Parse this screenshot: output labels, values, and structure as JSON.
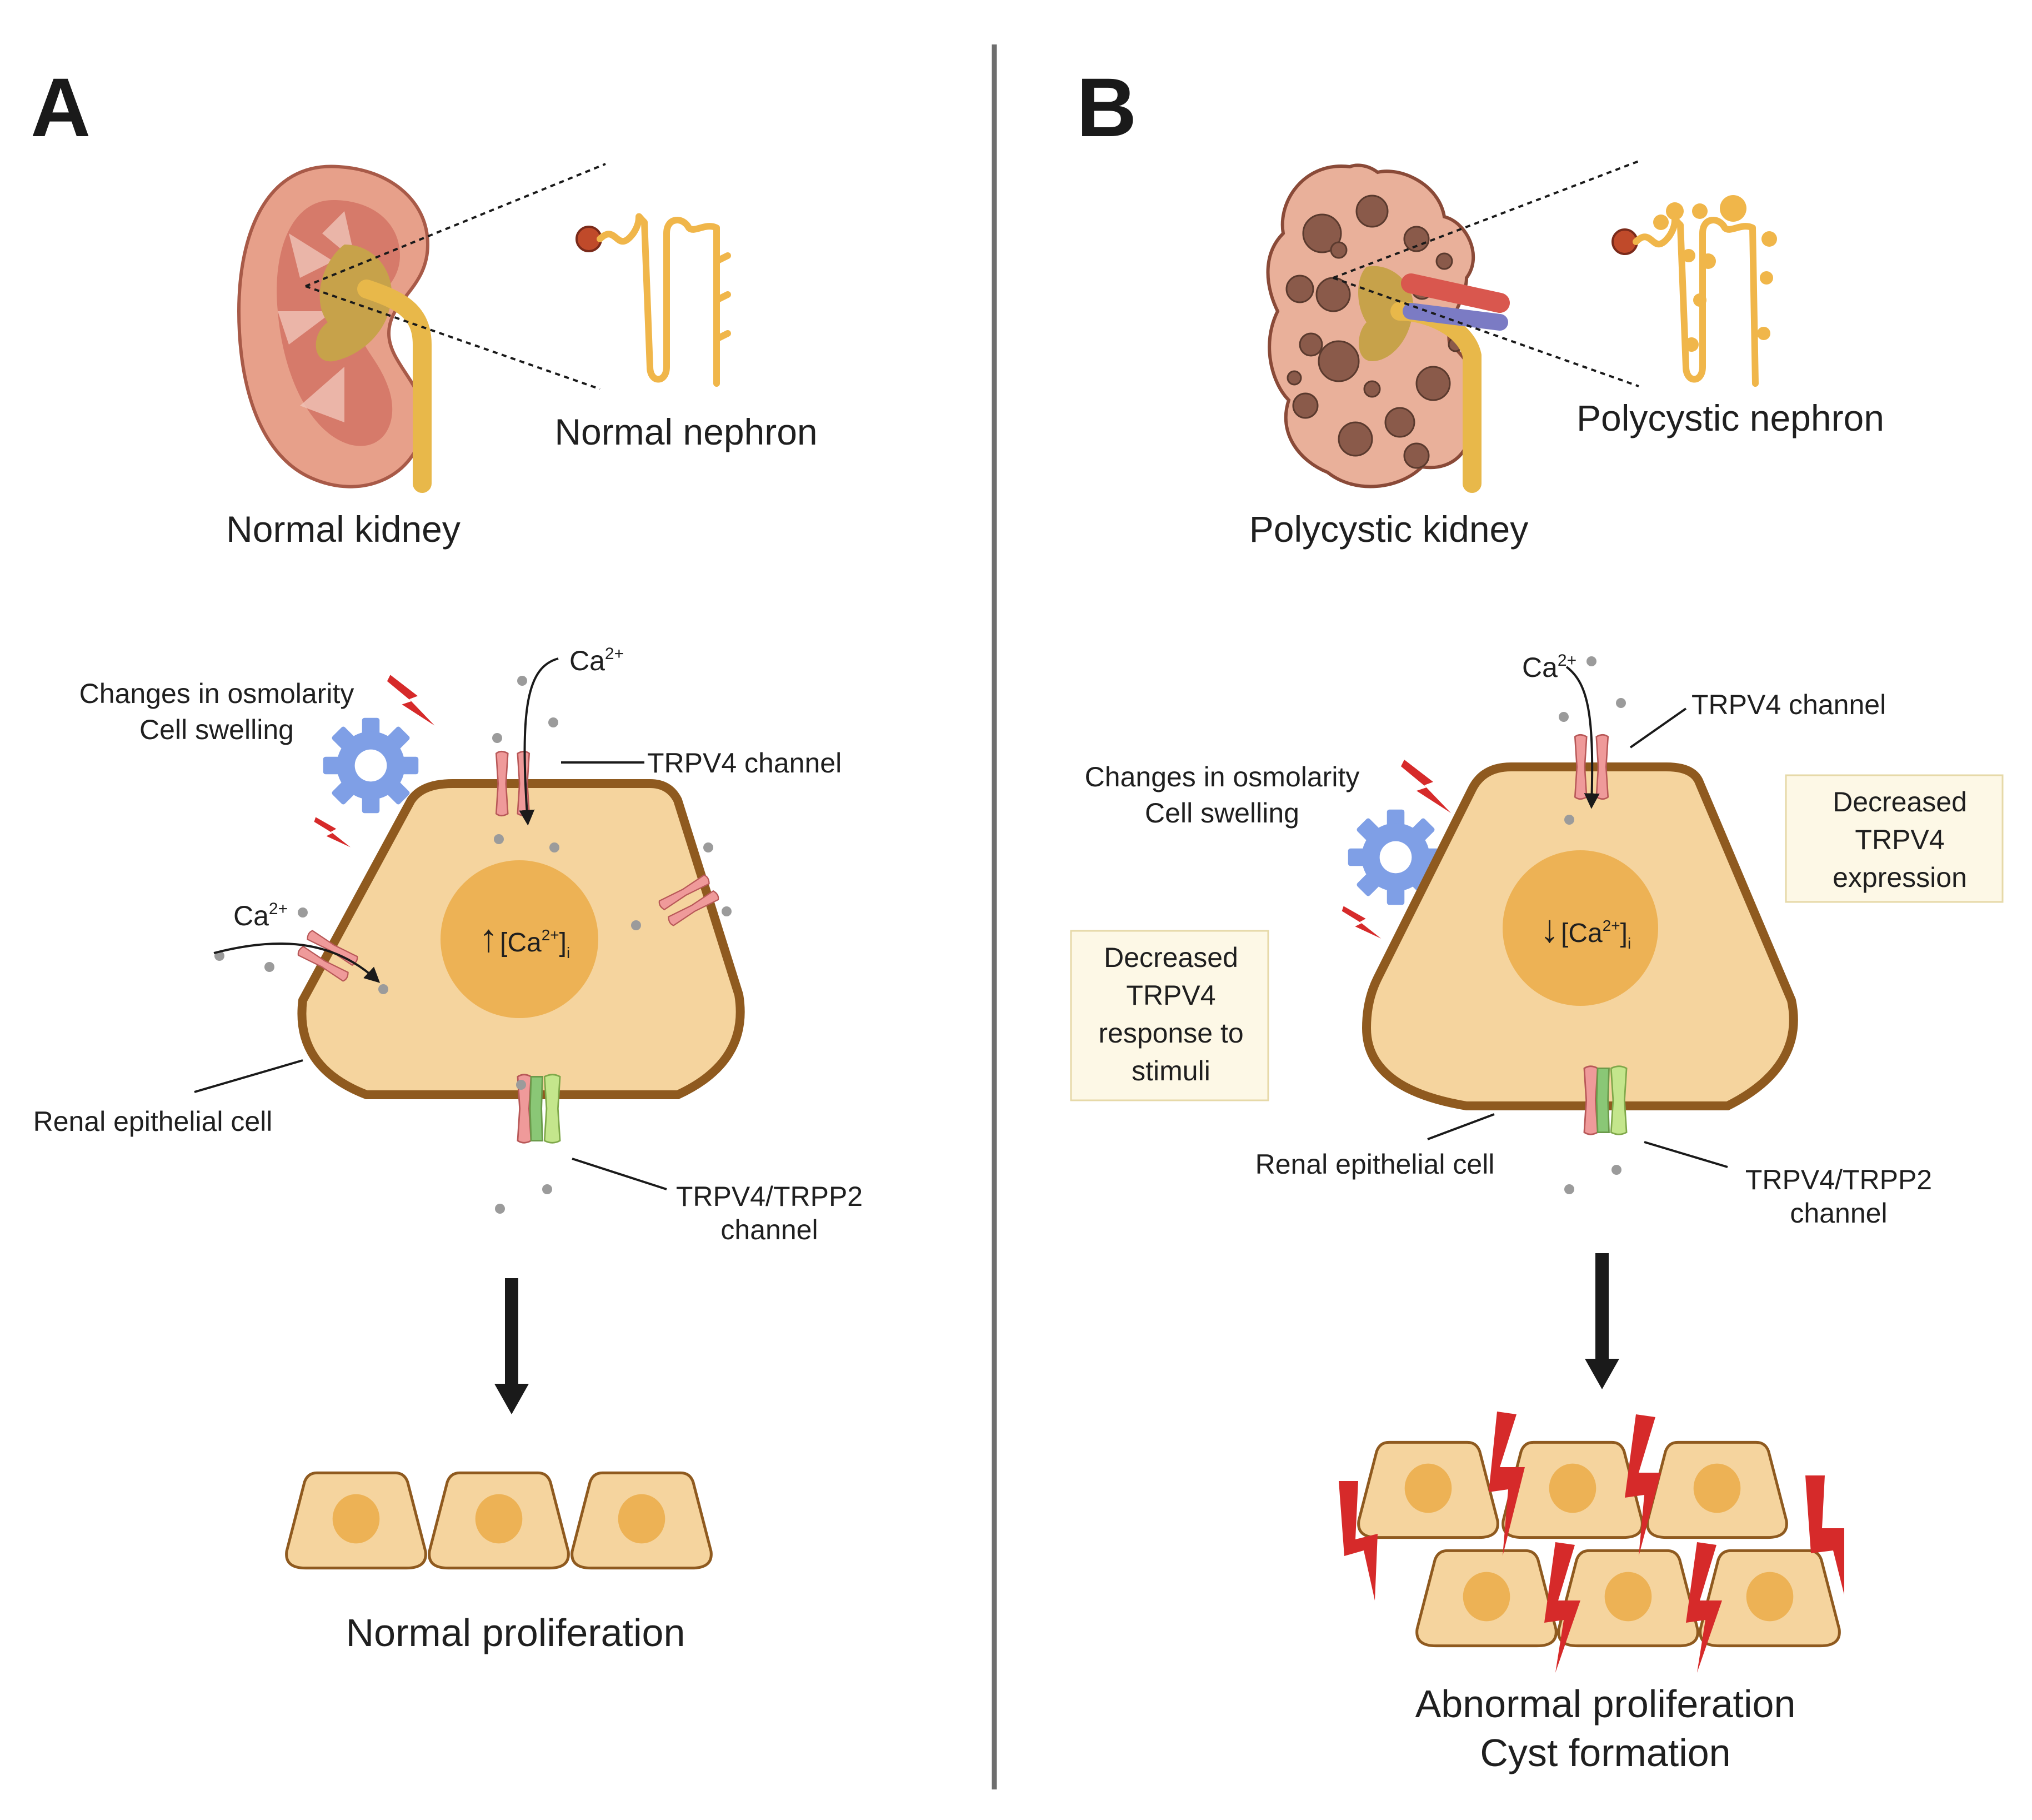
{
  "panel_a": {
    "letter": "A",
    "kidney_label": "Normal kidney",
    "nephron_label": "Normal nephron",
    "stimuli_line1": "Changes in osmolarity",
    "stimuli_line2": "Cell swelling",
    "ion_label": "Ca",
    "ion_charge": "2+",
    "trpv4_label": "TRPV4 channel",
    "cell_label": "Renal epithelial cell",
    "calcium_arrow": "↑",
    "calcium_main": "[Ca",
    "calcium_sup": "2+",
    "calcium_close": "]",
    "calcium_sub": "i",
    "complex_line1": "TRPV4/TRPP2",
    "complex_line2": "channel",
    "outcome": "Normal proliferation"
  },
  "panel_b": {
    "letter": "B",
    "kidney_label": "Polycystic kidney",
    "nephron_label": "Polycystic nephron",
    "stimuli_line1": "Changes in osmolarity",
    "stimuli_line2": "Cell swelling",
    "ion_label": "Ca",
    "ion_charge": "2+",
    "trpv4_label": "TRPV4 channel",
    "cell_label": "Renal epithelial cell",
    "calcium_arrow": "↓",
    "calcium_main": "[Ca",
    "calcium_sup": "2+",
    "calcium_close": "]",
    "calcium_sub": "i",
    "complex_line1": "TRPV4/TRPP2",
    "complex_line2": "channel",
    "box_expression": [
      "Decreased",
      "TRPV4",
      "expression"
    ],
    "box_response": [
      "Decreased",
      "TRPV4",
      "response to",
      "stimuli"
    ],
    "outcome_line1": "Abnormal proliferation",
    "outcome_line2": "Cyst formation"
  },
  "colors": {
    "cell_fill": "#f5d49e",
    "membrane": "#8f5a1f",
    "nucleus": "#edb255",
    "trpv4_channel": "#ef9a9a",
    "trpp2_channel": "#c4e68c",
    "stimulus_bolt": "#d62a2a",
    "gear": "#7f9fe6",
    "kidney_cortex": "#e7a08a",
    "nephron": "#f0b64a"
  },
  "icons": [
    "kidney-icon",
    "polycystic-kidney-icon",
    "nephron-icon",
    "gear-icon",
    "lightning-icon",
    "ion-channel-icon",
    "down-arrow-icon"
  ]
}
